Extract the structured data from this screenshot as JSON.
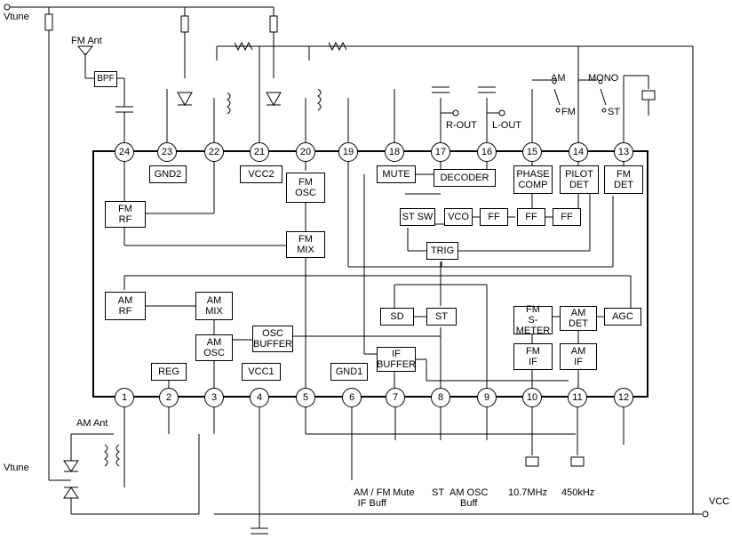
{
  "ic": {
    "pins": [
      {
        "id": "p1",
        "label": "1"
      },
      {
        "id": "p2",
        "label": "2"
      },
      {
        "id": "p3",
        "label": "3"
      },
      {
        "id": "p4",
        "label": "4"
      },
      {
        "id": "p5",
        "label": "5"
      },
      {
        "id": "p6",
        "label": "6"
      },
      {
        "id": "p7",
        "label": "7"
      },
      {
        "id": "p8",
        "label": "8"
      },
      {
        "id": "p9",
        "label": "9"
      },
      {
        "id": "p10",
        "label": "10"
      },
      {
        "id": "p11",
        "label": "11"
      },
      {
        "id": "p12",
        "label": "12"
      },
      {
        "id": "p13",
        "label": "13"
      },
      {
        "id": "p14",
        "label": "14"
      },
      {
        "id": "p15",
        "label": "15"
      },
      {
        "id": "p16",
        "label": "16"
      },
      {
        "id": "p17",
        "label": "17"
      },
      {
        "id": "p18",
        "label": "18"
      },
      {
        "id": "p19",
        "label": "19"
      },
      {
        "id": "p20",
        "label": "20"
      },
      {
        "id": "p21",
        "label": "21"
      },
      {
        "id": "p22",
        "label": "22"
      },
      {
        "id": "p23",
        "label": "23"
      },
      {
        "id": "p24",
        "label": "24"
      }
    ],
    "blocks": {
      "gnd2": "GND2",
      "vcc2": "VCC2",
      "fm_osc": "FM\nOSC",
      "fm_rf": "FM\nRF",
      "fm_mix": "FM\nMIX",
      "mute": "MUTE",
      "decoder": "DECODER",
      "phase_comp": "PHASE\nCOMP",
      "pilot_det": "PILOT\nDET",
      "fm_det": "FM\nDET",
      "st_sw": "ST SW",
      "vco": "VCO",
      "ff1": "FF",
      "ff2": "FF",
      "ff3": "FF",
      "trig": "TRIG",
      "am_rf": "AM\nRF",
      "am_mix": "AM\nMIX",
      "am_osc": "AM\nOSC",
      "osc_buffer": "OSC\nBUFFER",
      "reg": "REG",
      "vcc1": "VCC1",
      "gnd1": "GND1",
      "sd": "SD",
      "st": "ST",
      "if_buffer": "IF\nBUFFER",
      "fm_smeter": "FM\nS-METER",
      "am_det": "AM\nDET",
      "agc": "AGC",
      "fm_if": "FM\nIF",
      "am_if": "AM\nIF"
    }
  },
  "external": {
    "vtune": "Vtune",
    "fm_ant": "FM Ant",
    "bpf": "BPF",
    "am_ant": "AM Ant",
    "r_out": "R-OUT",
    "l_out": "L-OUT",
    "am": "AM",
    "fm": "FM",
    "mono": "MONO",
    "st_switch": "ST",
    "vcc": "VCC",
    "am_fm_if_buff": "AM / FM\nIF Buff",
    "mute_label": "Mute",
    "st_out": "ST",
    "am_osc_buff": "AM OSC\nBuff",
    "f107": "10.7MHz",
    "f450": "450kHz"
  }
}
